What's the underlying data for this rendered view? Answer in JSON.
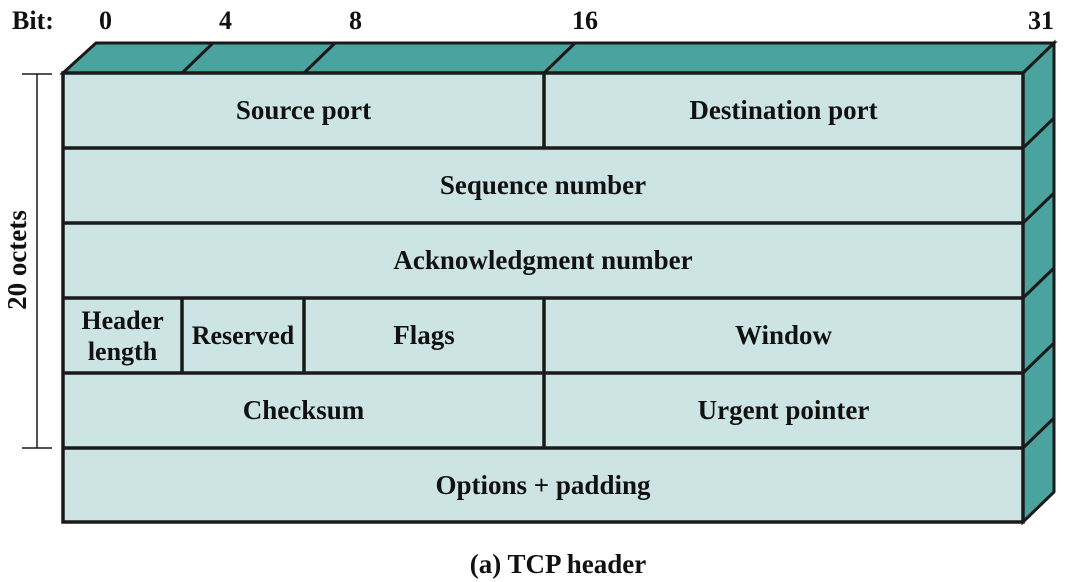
{
  "bit_ruler": {
    "prefix": "Bit:",
    "ticks": [
      "0",
      "4",
      "8",
      "16",
      "31"
    ]
  },
  "rows": [
    {
      "fields": [
        {
          "label": "Source port"
        },
        {
          "label": "Destination port"
        }
      ]
    },
    {
      "fields": [
        {
          "label": "Sequence number"
        }
      ]
    },
    {
      "fields": [
        {
          "label": "Acknowledgment number"
        }
      ]
    },
    {
      "fields": [
        {
          "label": "Header\nlength"
        },
        {
          "label": "Reserved"
        },
        {
          "label": "Flags"
        },
        {
          "label": "Window"
        }
      ]
    },
    {
      "fields": [
        {
          "label": "Checksum"
        },
        {
          "label": "Urgent pointer"
        }
      ]
    },
    {
      "fields": [
        {
          "label": "Options + padding"
        }
      ]
    }
  ],
  "size_label": "20 octets",
  "caption": "(a) TCP header",
  "colors": {
    "cell_fill": "#cde4e4",
    "top_face": "#4aa39f",
    "side_face": "#4aa39f",
    "line": "#1a1a1a"
  }
}
